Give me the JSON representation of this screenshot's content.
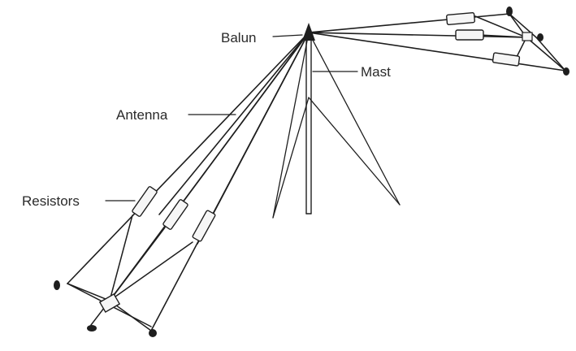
{
  "labels": {
    "balun": "Balun",
    "mast": "Mast",
    "antenna": "Antenna",
    "resistors": "Resistors"
  },
  "colors": {
    "wire": "#1e1e1e",
    "resistor_fill": "#f6f6f6",
    "background": "#ffffff"
  }
}
